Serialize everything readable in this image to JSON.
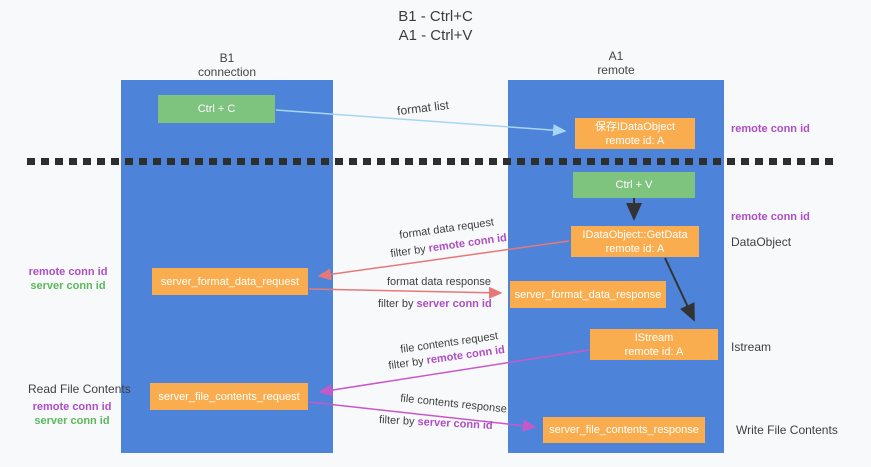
{
  "title": {
    "line1": "B1 - Ctrl+C",
    "line2": "A1 - Ctrl+V"
  },
  "columns": {
    "left": {
      "name": "B1",
      "role": "connection"
    },
    "right": {
      "name": "A1",
      "role": "remote"
    }
  },
  "nodes": {
    "ctrl_c": {
      "label": "Ctrl + C"
    },
    "ctrl_v": {
      "label": "Ctrl + V"
    },
    "store_idataobject": {
      "line1": "保存IDataObject",
      "line2": "remote id: A"
    },
    "idataobject_getdata": {
      "line1": "IDataObject::GetData",
      "line2": "remote id: A"
    },
    "istream": {
      "line1": "IStream",
      "line2": "remote id: A"
    },
    "server_format_data_request": {
      "label": "server_format_data_request"
    },
    "server_format_data_response": {
      "label": "server_format_data_response"
    },
    "server_file_contents_request": {
      "label": "server_file_contents_request"
    },
    "server_file_contents_response": {
      "label": "server_file_contents_response"
    }
  },
  "edge_labels": {
    "format_list": "format list",
    "format_data_request": "format data request",
    "format_data_response": "format data response",
    "file_contents_request": "file contents request",
    "file_contents_response": "file contents response",
    "filter_by": "filter by ",
    "remote_conn_id": "remote conn id",
    "server_conn_id": "server conn id"
  },
  "side_labels": {
    "left_mid_remote": "remote conn id",
    "left_mid_server": "server conn id",
    "read_file_contents": "Read File Contents",
    "left_bottom_remote": "remote conn id",
    "left_bottom_server": "server conn id",
    "right_top_remote": "remote conn id",
    "right_mid_remote": "remote conn id",
    "dataobject": "DataObject",
    "istream": "Istream",
    "write_file_contents": "Write File Contents"
  },
  "colors": {
    "column_blue": "#4d83d9",
    "node_orange": "#f9ad4e",
    "node_green": "#7ec47f",
    "text_purple": "#ae4ec4",
    "text_green": "#5cb85c",
    "arrow_blue": "#a8d5f2",
    "arrow_red": "#e87878",
    "arrow_magenta": "#c858ca",
    "arrow_black": "#333333",
    "background": "#f8f9fa"
  }
}
